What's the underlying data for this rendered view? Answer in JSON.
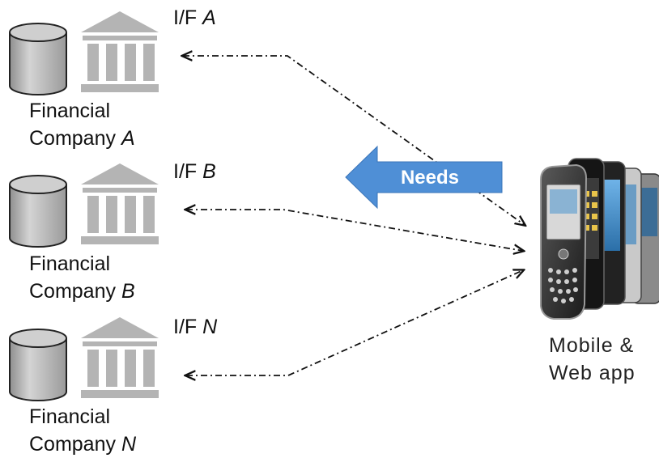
{
  "companies": [
    {
      "line1": "Financial",
      "line2_prefix": "Company ",
      "line2_var": "A",
      "interface_prefix": "I/F ",
      "interface_var": "A"
    },
    {
      "line1": "Financial",
      "line2_prefix": "Company ",
      "line2_var": "B",
      "interface_prefix": "I/F ",
      "interface_var": "B"
    },
    {
      "line1": "Financial",
      "line2_prefix": "Company ",
      "line2_var": "N",
      "interface_prefix": "I/F ",
      "interface_var": "N"
    }
  ],
  "needs_arrow": {
    "label": "Needs",
    "color": "#4f8fd6"
  },
  "app": {
    "line1": "Mobile &",
    "line2": "Web app"
  },
  "colors": {
    "cylinder": "#b9b9b9",
    "bank": "#b4b4b4",
    "connector": "#111111"
  }
}
